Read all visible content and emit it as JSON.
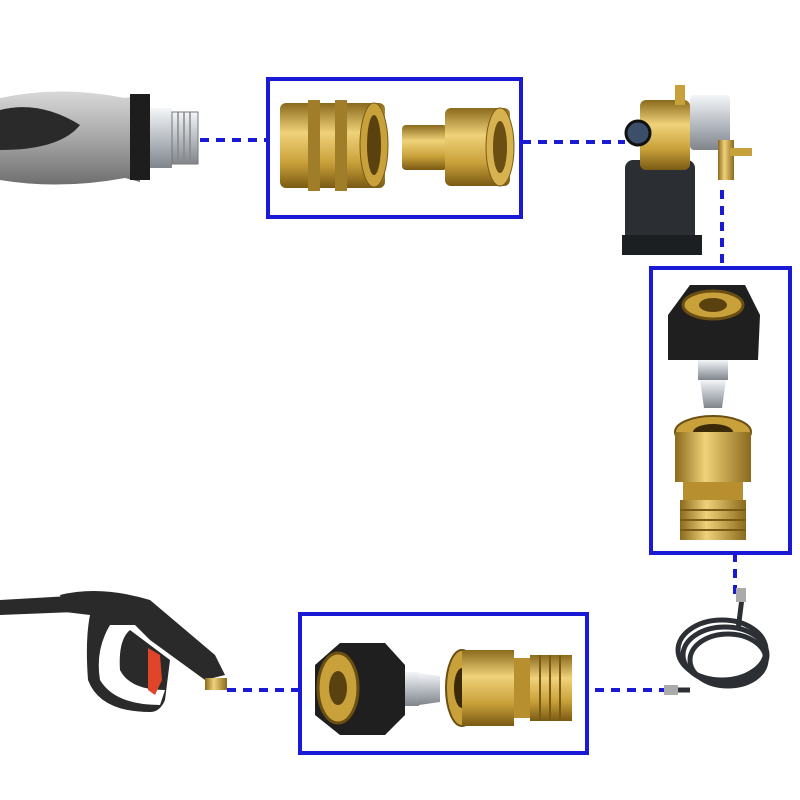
{
  "colors": {
    "frame": "#1a1ad6",
    "connector": "#1a1ad6",
    "brass": "#c9a13a",
    "brass_dark": "#8a6a1c",
    "black_part": "#222222",
    "chrome": "#cfd3d8"
  },
  "components": {
    "top_left": "hose-reel-handle",
    "top_box": "garden-hose-quick-connect-pair",
    "top_right": "pressure-washer-pump",
    "right_box": "m22-to-quick-connect-adapter-set",
    "bottom_right": "high-pressure-hose",
    "bottom_box": "m22-to-quick-connect-adapter-set",
    "bottom_left": "spray-gun"
  }
}
